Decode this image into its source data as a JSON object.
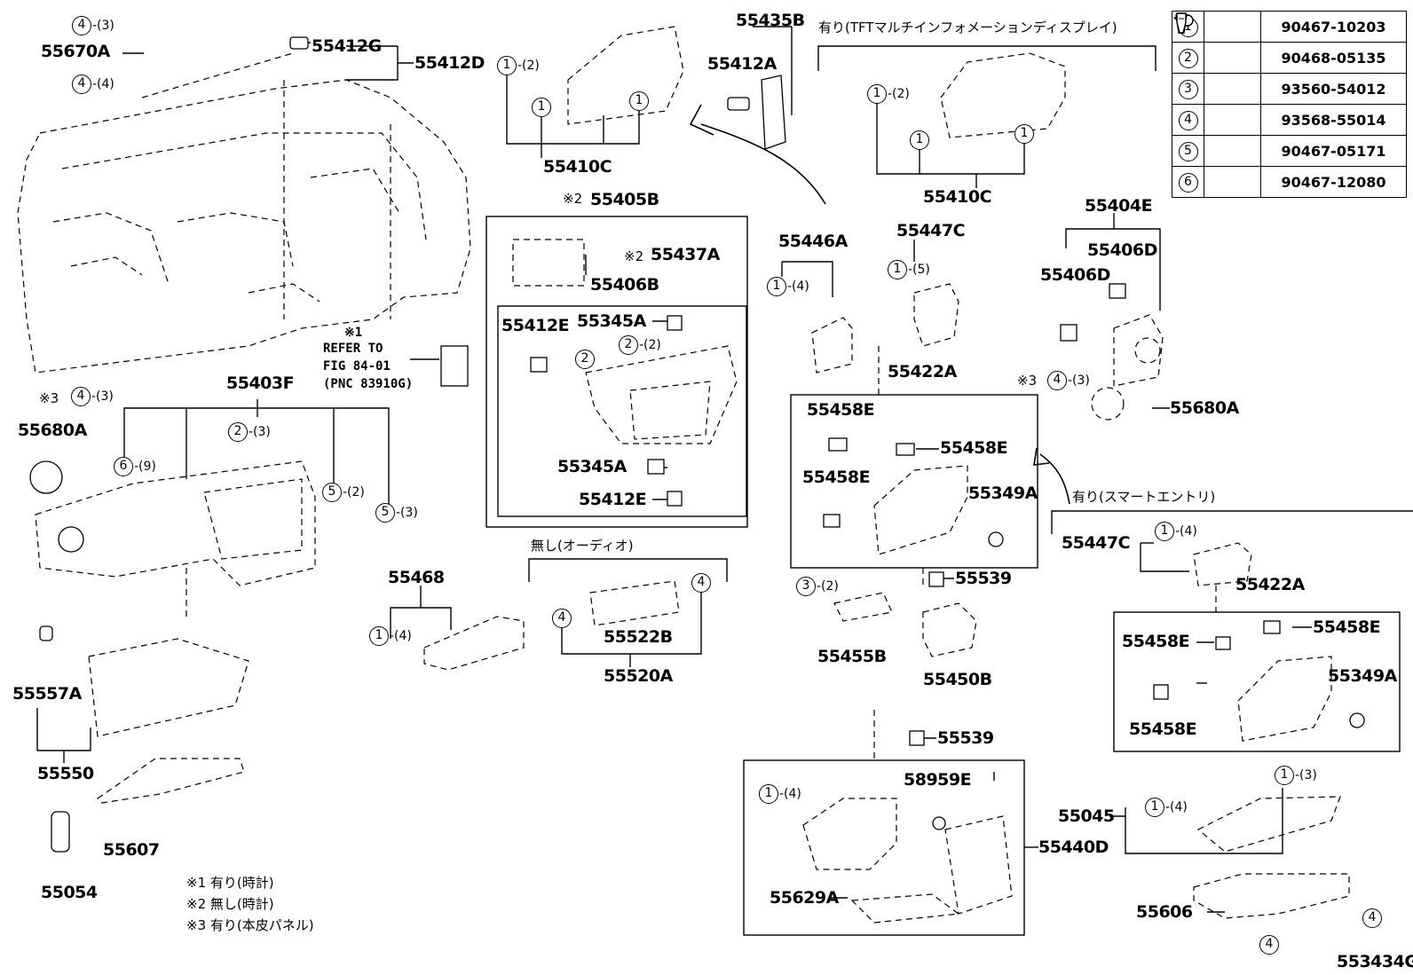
{
  "legend": [
    {
      "num": "1",
      "part": "90467-10203"
    },
    {
      "num": "2",
      "part": "90468-05135"
    },
    {
      "num": "3",
      "part": "93560-54012"
    },
    {
      "num": "4",
      "part": "93568-55014"
    },
    {
      "num": "5",
      "part": "90467-05171"
    },
    {
      "num": "6",
      "part": "90467-12080"
    }
  ],
  "labels": {
    "p55670A": "55670A",
    "p55412G": "55412G",
    "p55412D": "55412D",
    "p55410C_a": "55410C",
    "p55435B": "55435B",
    "p55412A": "55412A",
    "p55410C_b": "55410C",
    "p55405B": "55405B",
    "p55437A": "55437A",
    "p55406B": "55406B",
    "p55412E_a": "55412E",
    "p55345A_a": "55345A",
    "p55345A_b": "55345A",
    "p55412E_b": "55412E",
    "p55403F": "55403F",
    "p55680A_a": "55680A",
    "p55446A": "55446A",
    "p55447C_a": "55447C",
    "p55422A_a": "55422A",
    "p55458E_a": "55458E",
    "p55458E_b": "55458E",
    "p55458E_c": "55458E",
    "p55349A_a": "55349A",
    "p55404E": "55404E",
    "p55406D_a": "55406D",
    "p55406D_b": "55406D",
    "p55680A_b": "55680A",
    "p55468": "55468",
    "p55522B": "55522B",
    "p55520A": "55520A",
    "p55539_a": "55539",
    "p55455B": "55455B",
    "p55450B": "55450B",
    "p55447C_b": "55447C",
    "p55422A_b": "55422A",
    "p55458E_d": "55458E",
    "p55458E_e": "55458E",
    "p55349A_b": "55349A",
    "p55458E_f": "55458E",
    "p55557A": "55557A",
    "p55550": "55550",
    "p55607": "55607",
    "p55054": "55054",
    "p55539_b": "55539",
    "p58959E": "58959E",
    "p55440D": "55440D",
    "p55629A": "55629A",
    "p55045": "55045",
    "p55606": "55606",
    "p553434G": "553434G"
  },
  "notes": {
    "tft": "有り(TFTマルチインフォメーションディスプレイ)",
    "smart": "有り(スマートエントリ)",
    "audio": "無し(オーディオ)",
    "refer1": "※1",
    "refer2": "REFER TO",
    "refer3": "FIG 84-01",
    "refer4": "(PNC 83910G)",
    "mark2": "※2",
    "mark2b": "※2",
    "mark3a": "※3",
    "mark3b": "※3",
    "foot1": "※1 有り(時計)",
    "foot2": "※2 無し(時計)",
    "foot3": "※3 有り(本皮パネル)"
  },
  "callouts": [
    {
      "id": "c1",
      "num": "4",
      "qty": "-(3)"
    },
    {
      "id": "c2",
      "num": "4",
      "qty": "-(4)"
    },
    {
      "id": "c3",
      "num": "1",
      "qty": "-(2)"
    },
    {
      "id": "c4",
      "num": "1",
      "qty": ""
    },
    {
      "id": "c5",
      "num": "1",
      "qty": ""
    },
    {
      "id": "c6",
      "num": "1",
      "qty": "-(2)"
    },
    {
      "id": "c7",
      "num": "1",
      "qty": ""
    },
    {
      "id": "c8",
      "num": "1",
      "qty": ""
    },
    {
      "id": "c9",
      "num": "2",
      "qty": ""
    },
    {
      "id": "c10",
      "num": "2",
      "qty": "-(2)"
    },
    {
      "id": "c11",
      "num": "4",
      "qty": "-(3)"
    },
    {
      "id": "c12",
      "num": "2",
      "qty": "-(3)"
    },
    {
      "id": "c13",
      "num": "6",
      "qty": "-(9)"
    },
    {
      "id": "c14",
      "num": "5",
      "qty": "-(2)"
    },
    {
      "id": "c15",
      "num": "5",
      "qty": "-(3)"
    },
    {
      "id": "c16",
      "num": "1",
      "qty": "-(4)"
    },
    {
      "id": "c17",
      "num": "1",
      "qty": "-(5)"
    },
    {
      "id": "c18",
      "num": "4",
      "qty": "-(3)"
    },
    {
      "id": "c19",
      "num": "1",
      "qty": "-(4)"
    },
    {
      "id": "c20",
      "num": "4",
      "qty": ""
    },
    {
      "id": "c21",
      "num": "4",
      "qty": ""
    },
    {
      "id": "c22",
      "num": "3",
      "qty": "-(2)"
    },
    {
      "id": "c23",
      "num": "1",
      "qty": "-(4)"
    },
    {
      "id": "c24",
      "num": "1",
      "qty": "-(4)"
    },
    {
      "id": "c25",
      "num": "1",
      "qty": "-(3)"
    },
    {
      "id": "c26",
      "num": "1",
      "qty": "-(4)"
    },
    {
      "id": "c27",
      "num": "4",
      "qty": ""
    },
    {
      "id": "c28",
      "num": "4",
      "qty": ""
    }
  ]
}
